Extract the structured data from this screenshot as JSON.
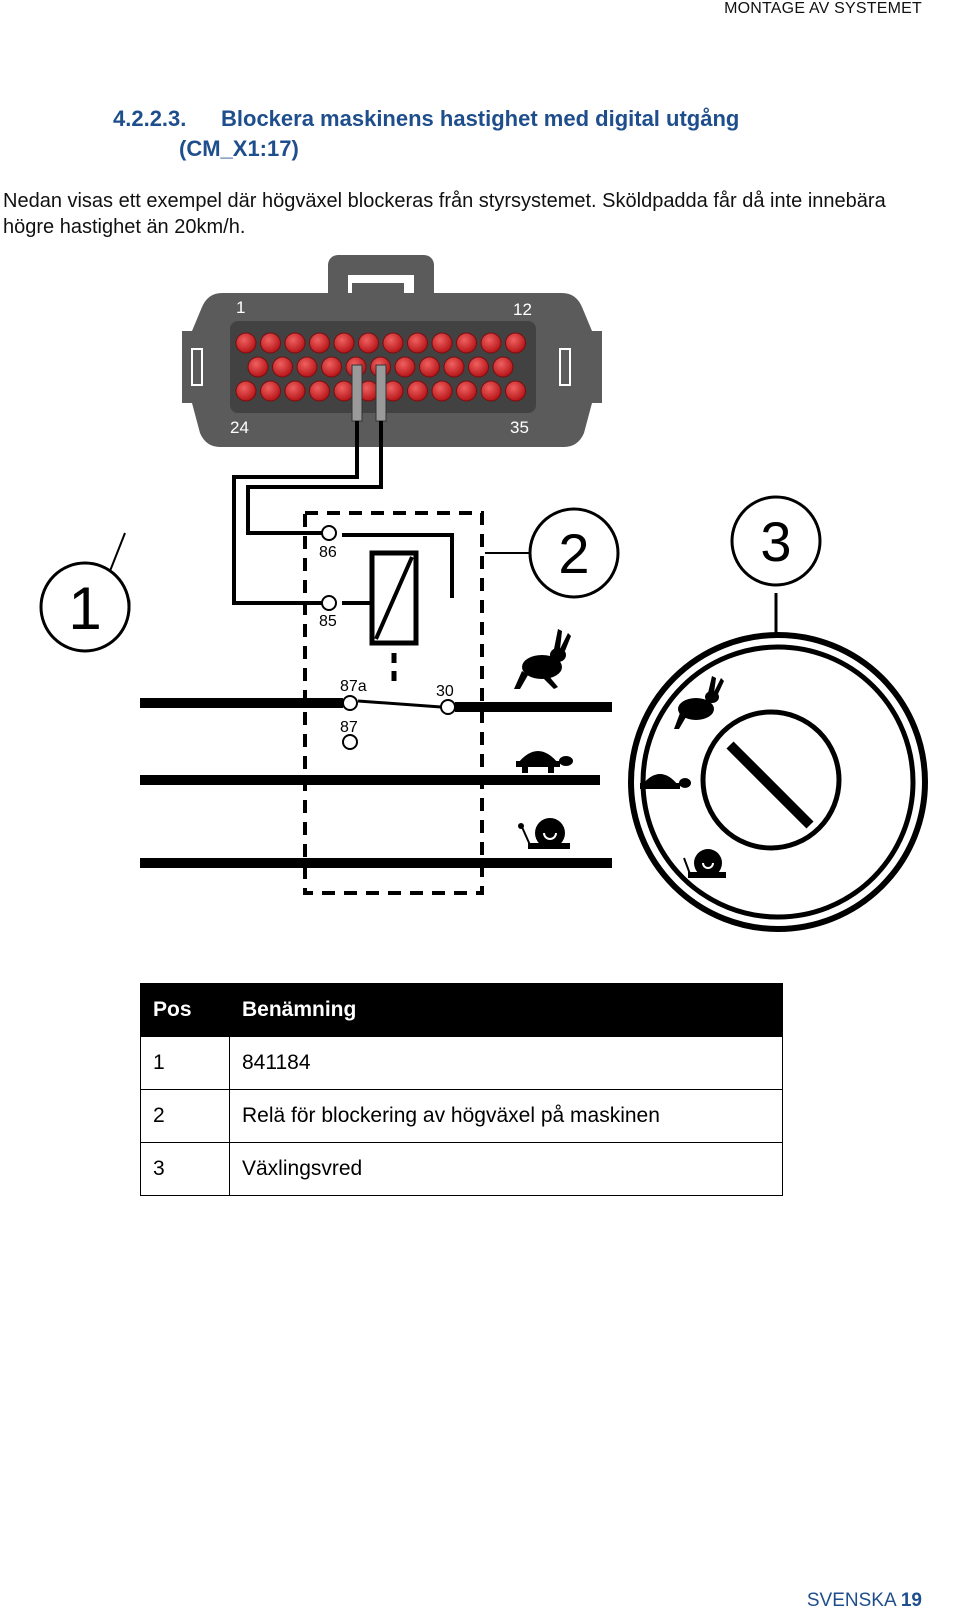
{
  "header": {
    "section": "MONTAGE AV SYSTEMET"
  },
  "heading": {
    "number": "4.2.2.3.",
    "title_line1": "Blockera maskinens hastighet med digital utgång",
    "title_line2": "(CM_X1:17)"
  },
  "body": {
    "paragraph": "Nedan visas ett exempel där högväxel blockeras från styrsystemet. Sköldpadda får då inte innebära högre hastighet än 20km/h."
  },
  "figure": {
    "connector_pins": {
      "top_left": "1",
      "top_right": "12",
      "bottom_left": "24",
      "bottom_right": "35"
    },
    "relay_terminals": {
      "t86": "86",
      "t85": "85",
      "t87a": "87a",
      "t30": "30",
      "t87": "87"
    },
    "callouts": {
      "c1": "1",
      "c2": "2",
      "c3": "3"
    },
    "icons": [
      "rabbit-icon",
      "turtle-icon",
      "snail-icon"
    ],
    "colors": {
      "pin_red": "#d11f22",
      "connector_gray": "#5b5b5b",
      "heading_blue": "#1f4e8c"
    }
  },
  "table": {
    "headers": {
      "pos": "Pos",
      "name": "Benämning"
    },
    "rows": [
      {
        "pos": "1",
        "name": "841184"
      },
      {
        "pos": "2",
        "name": "Relä för blockering av högväxel på maskinen"
      },
      {
        "pos": "3",
        "name": "Växlingsvred"
      }
    ]
  },
  "footer": {
    "language": "SVENSKA",
    "page": "19"
  }
}
